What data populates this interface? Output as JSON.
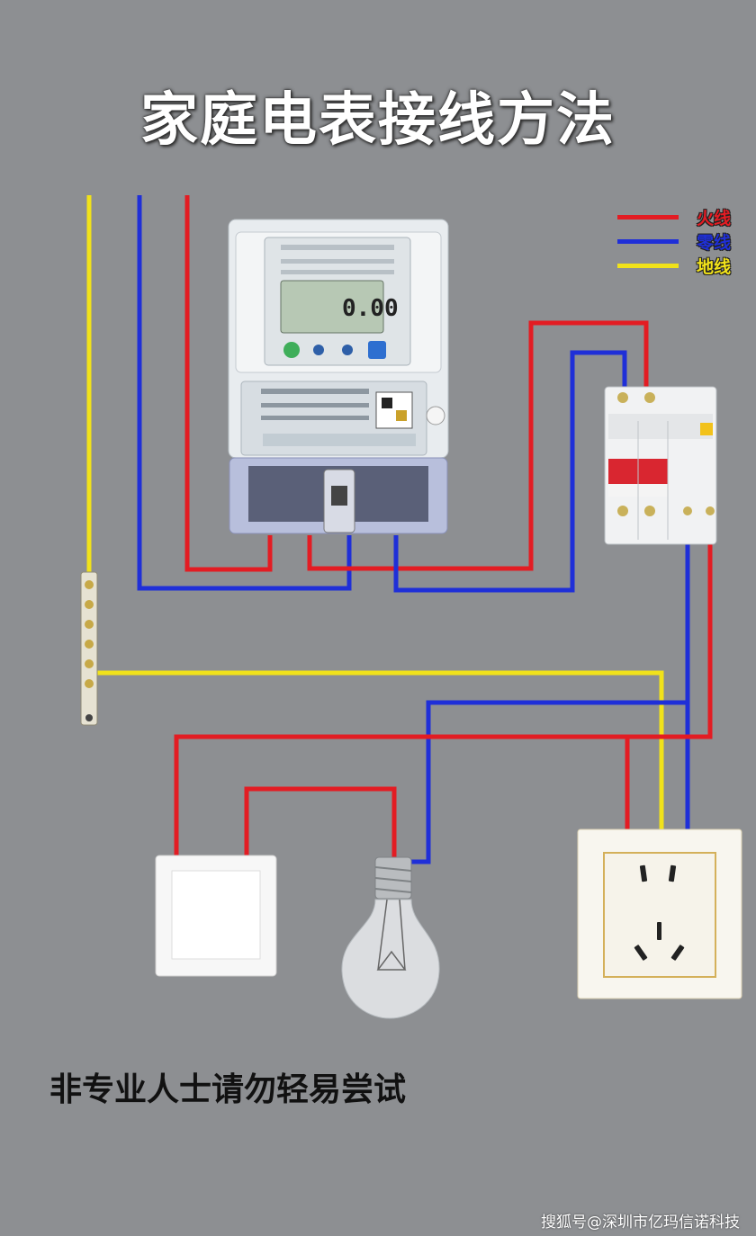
{
  "title": "家庭电表接线方法",
  "legend": [
    {
      "label": "火线",
      "color": "#e31c23"
    },
    {
      "label": "零线",
      "color": "#1f2fd8"
    },
    {
      "label": "地线",
      "color": "#f1e21a"
    }
  ],
  "meter": {
    "reading": "0.00"
  },
  "warning": "非专业人士请勿轻易尝试",
  "watermark": "搜狐号@深圳市亿玛信诺科技",
  "colors": {
    "background": "#8d8f92",
    "live": "#e31c23",
    "neutral": "#1f2fd8",
    "ground": "#f1e21a"
  },
  "icons": [
    "electric-meter-icon",
    "circuit-breaker-icon",
    "ground-terminal-bar-icon",
    "wall-switch-icon",
    "light-bulb-icon",
    "power-socket-icon"
  ]
}
